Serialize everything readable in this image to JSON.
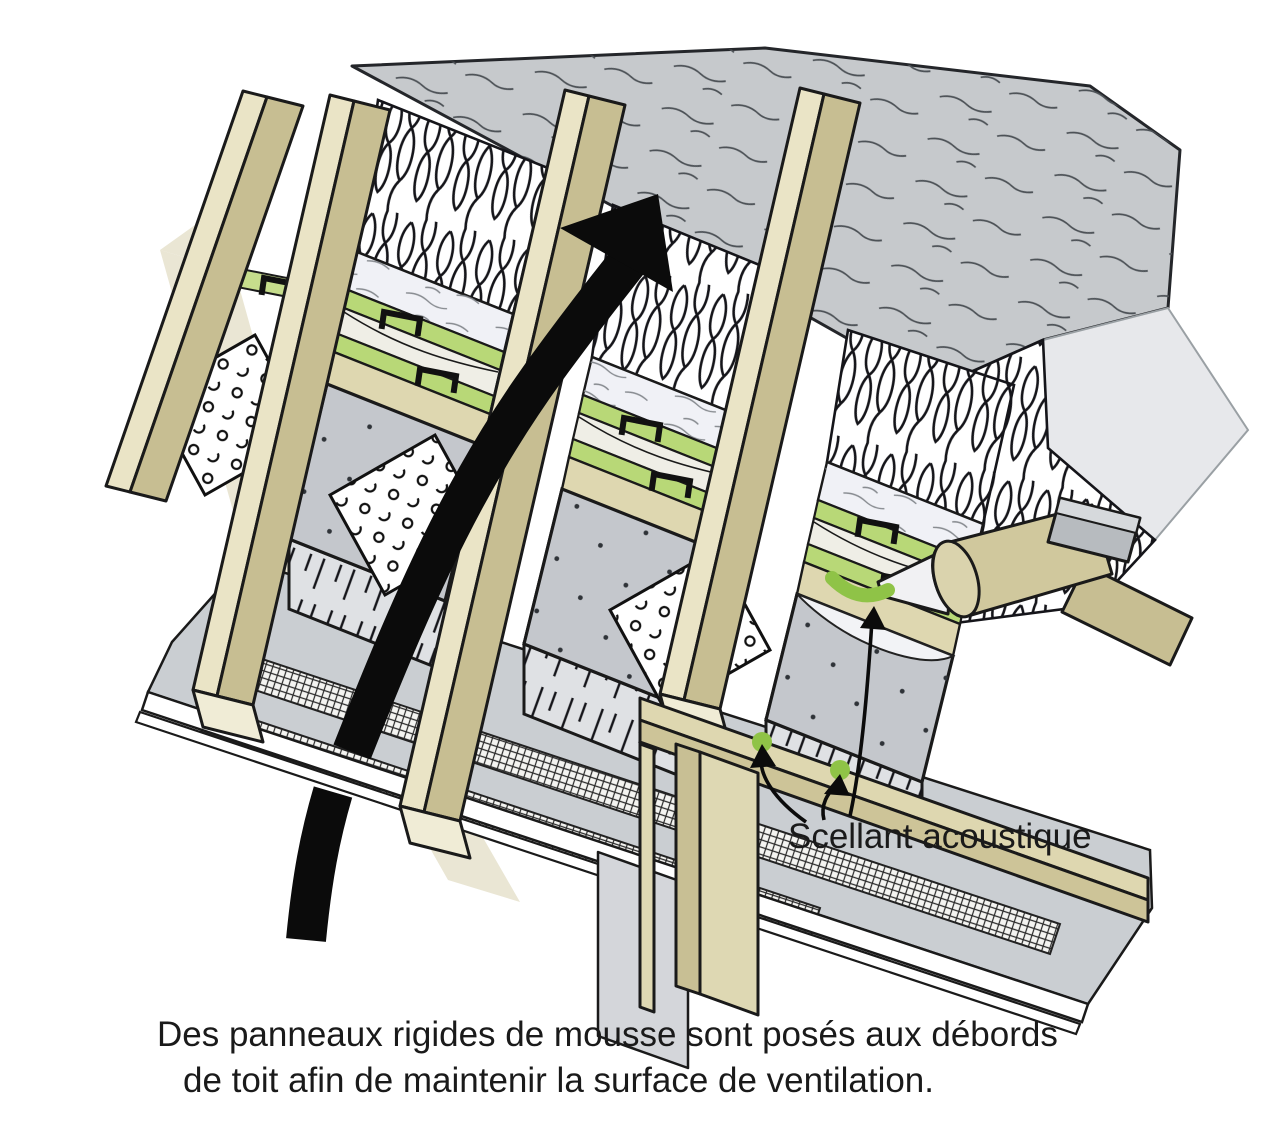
{
  "figure": {
    "sealant_label": "Scellant acoustique",
    "caption_line1": "Des panneaux rigides de mousse sont posés aux débords",
    "caption_line2": "de toit afin de maintenir la surface de ventilation.",
    "colors": {
      "sealant_green": "#b8d877",
      "sealant_green_deep": "#8fc347",
      "wood_light": "#eae4c6",
      "wood_side": "#c7be92",
      "wood_pale": "#f0ecd6",
      "plate_beige": "#ded7b0",
      "deck_gray": "#c6c9cc",
      "foam_top": "#c4c7cc",
      "foam_front": "#dfe1e4",
      "soffit_gray": "#caced2",
      "insulation_light": "#f0f1f6",
      "outline_black": "#1a1a1a"
    }
  }
}
